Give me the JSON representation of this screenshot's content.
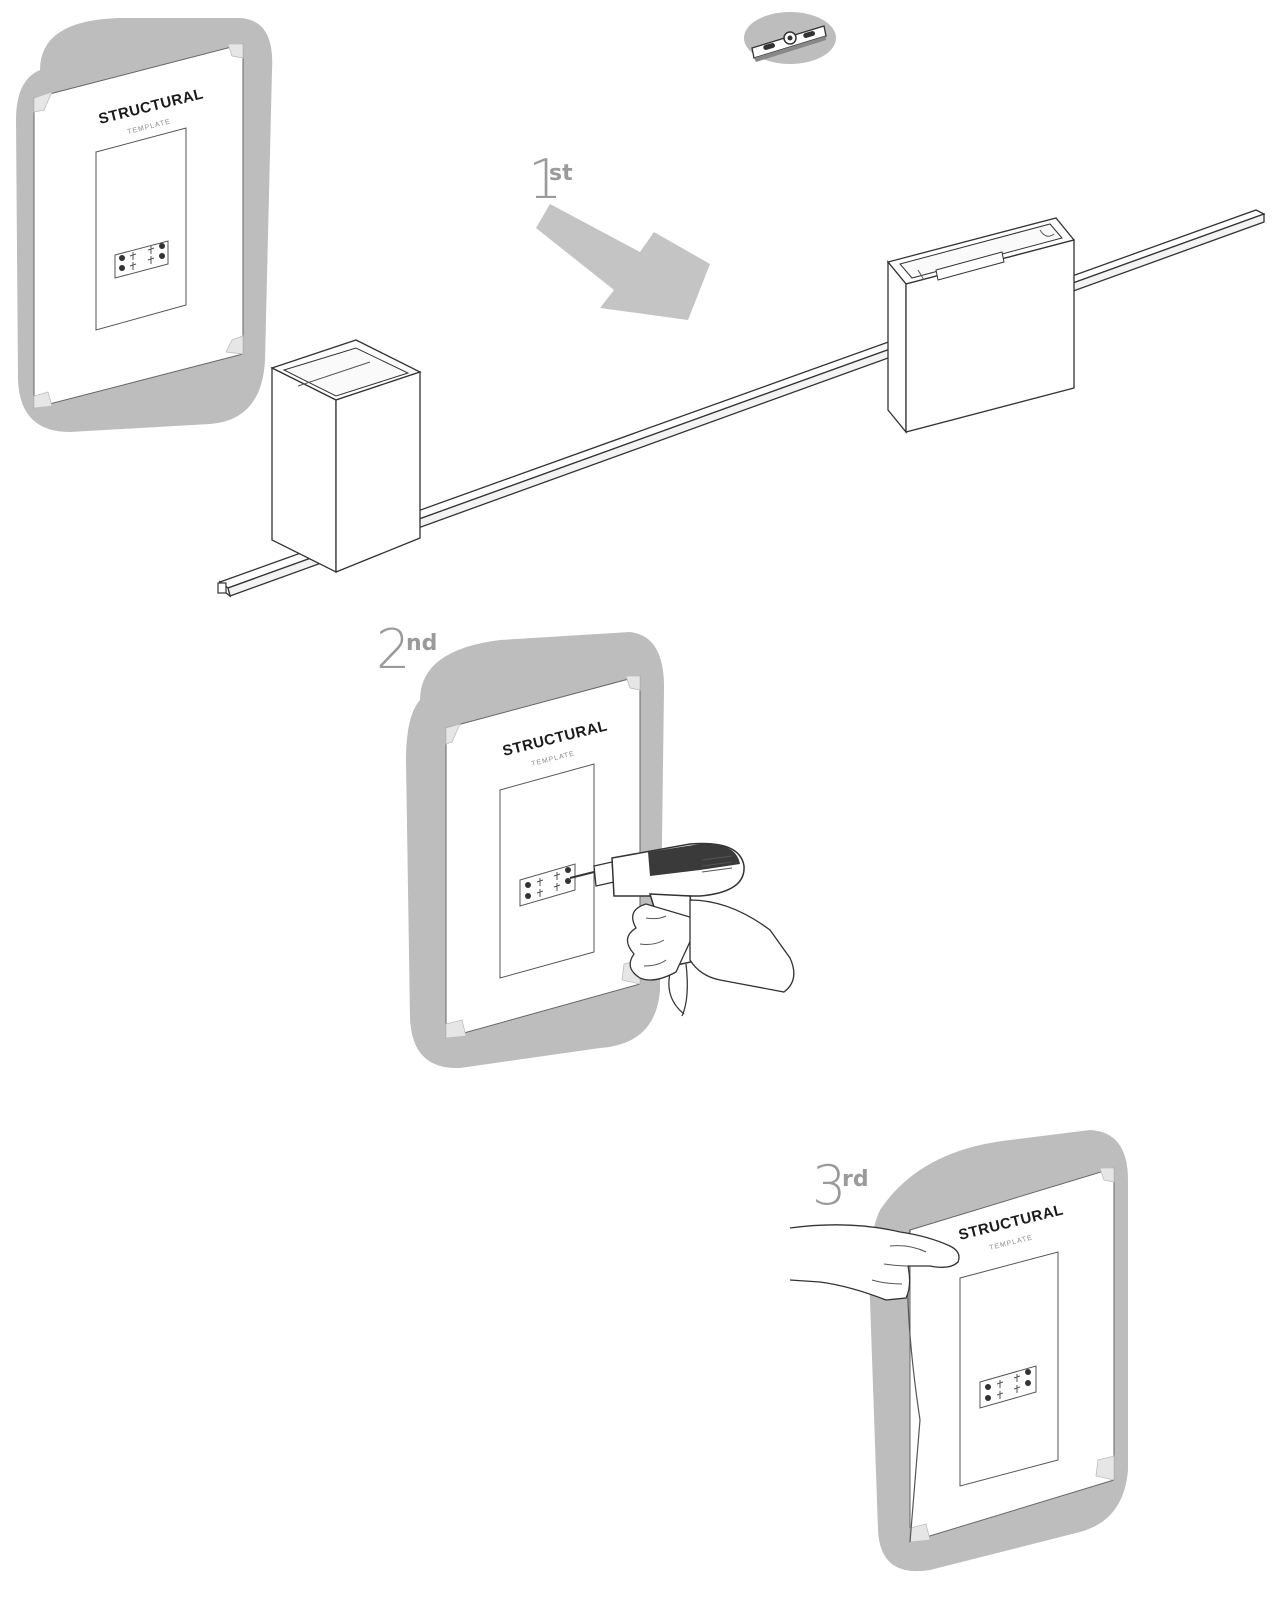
{
  "template": {
    "title": "STRUCTURAL",
    "subtitle": "TEMPLATE"
  },
  "steps": [
    {
      "number": "1",
      "suffix": "st"
    },
    {
      "number": "2",
      "suffix": "nd"
    },
    {
      "number": "3",
      "suffix": "rd"
    }
  ],
  "colors": {
    "halo": "#bdbdbd",
    "arrow": "#c4c4c4",
    "step_label": "#9a9a9a",
    "outline": "#3a3a3a"
  },
  "icons": [
    "mounting-bracket-icon",
    "drill-icon",
    "hand-icon",
    "arrow-icon"
  ]
}
